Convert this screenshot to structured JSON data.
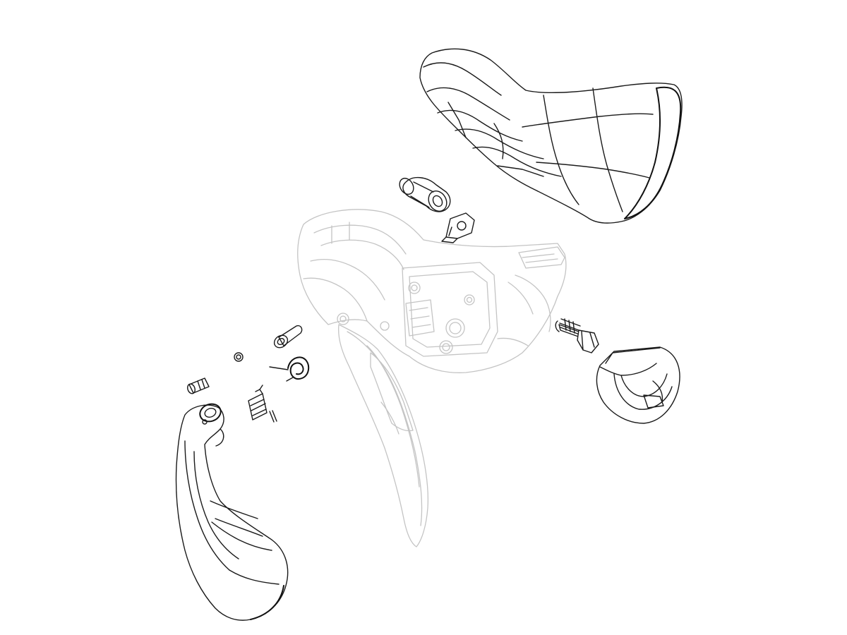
{
  "diagram": {
    "parts": [
      {
        "id": "hood",
        "icon": "lever-hood-icon"
      },
      {
        "id": "bushing",
        "icon": "bushing-icon"
      },
      {
        "id": "clip-plate",
        "icon": "clip-plate-icon"
      },
      {
        "id": "lever-body",
        "icon": "lever-body-icon"
      },
      {
        "id": "clamp-bolt",
        "icon": "t-bolt-icon"
      },
      {
        "id": "handlebar-clamp",
        "icon": "band-clamp-icon"
      },
      {
        "id": "pivot-pin",
        "icon": "pin-icon"
      },
      {
        "id": "o-ring",
        "icon": "o-ring-icon"
      },
      {
        "id": "return-spring",
        "icon": "torsion-spring-icon"
      },
      {
        "id": "reach-screw",
        "icon": "screw-icon"
      },
      {
        "id": "pawl",
        "icon": "pawl-icon"
      },
      {
        "id": "small-pin",
        "icon": "small-pin-icon"
      },
      {
        "id": "shift-paddle",
        "icon": "shift-paddle-icon"
      }
    ],
    "colors": {
      "ink": "#1a1a1a",
      "ghost": "#c4c4c4",
      "background": "#ffffff"
    }
  }
}
